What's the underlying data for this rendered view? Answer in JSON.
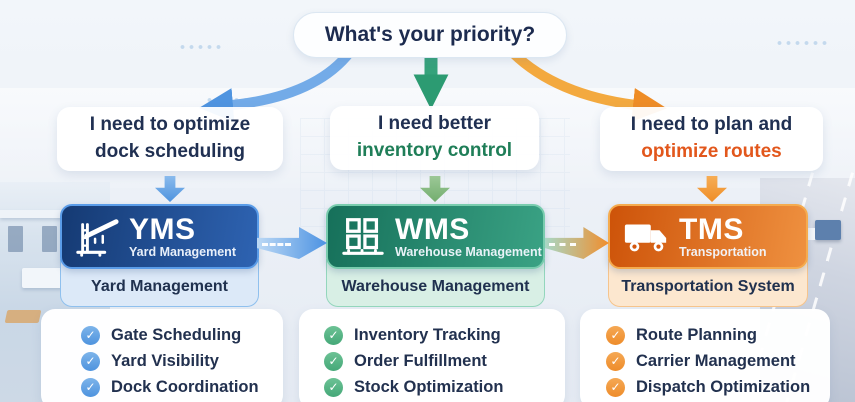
{
  "header": {
    "question": "What's your priority?"
  },
  "branches": [
    {
      "id": "yms",
      "need_line1": "I need to optimize",
      "need_line2": "dock scheduling",
      "acronym": "YMS",
      "header_subtitle": "Yard Management",
      "subbar": "Yard Management",
      "features": [
        "Gate Scheduling",
        "Yard Visibility",
        "Dock Coordination"
      ],
      "icon": "gate-barrier-icon",
      "accent": "#2e63b2"
    },
    {
      "id": "wms",
      "need_line1": "I need better",
      "need_line2": "inventory control",
      "acronym": "WMS",
      "header_subtitle": "Warehouse Management",
      "subbar": "Warehouse Management",
      "features": [
        "Inventory Tracking",
        "Order Fulfillment",
        "Stock Optimization"
      ],
      "icon": "pallet-boxes-icon",
      "accent": "#1f8a68"
    },
    {
      "id": "tms",
      "need_line1": "I need to plan and",
      "need_line2": "optimize routes",
      "acronym": "TMS",
      "header_subtitle": "Transportation",
      "subbar": "Transportation System",
      "features": [
        "Route Planning",
        "Carrier Management",
        "Dispatch Optimization"
      ],
      "icon": "truck-icon",
      "accent": "#e2660f"
    }
  ],
  "colors": {
    "navy": "#203052",
    "blue": "#4f94e0",
    "green": "#1f7e58",
    "orange": "#e2571c"
  }
}
